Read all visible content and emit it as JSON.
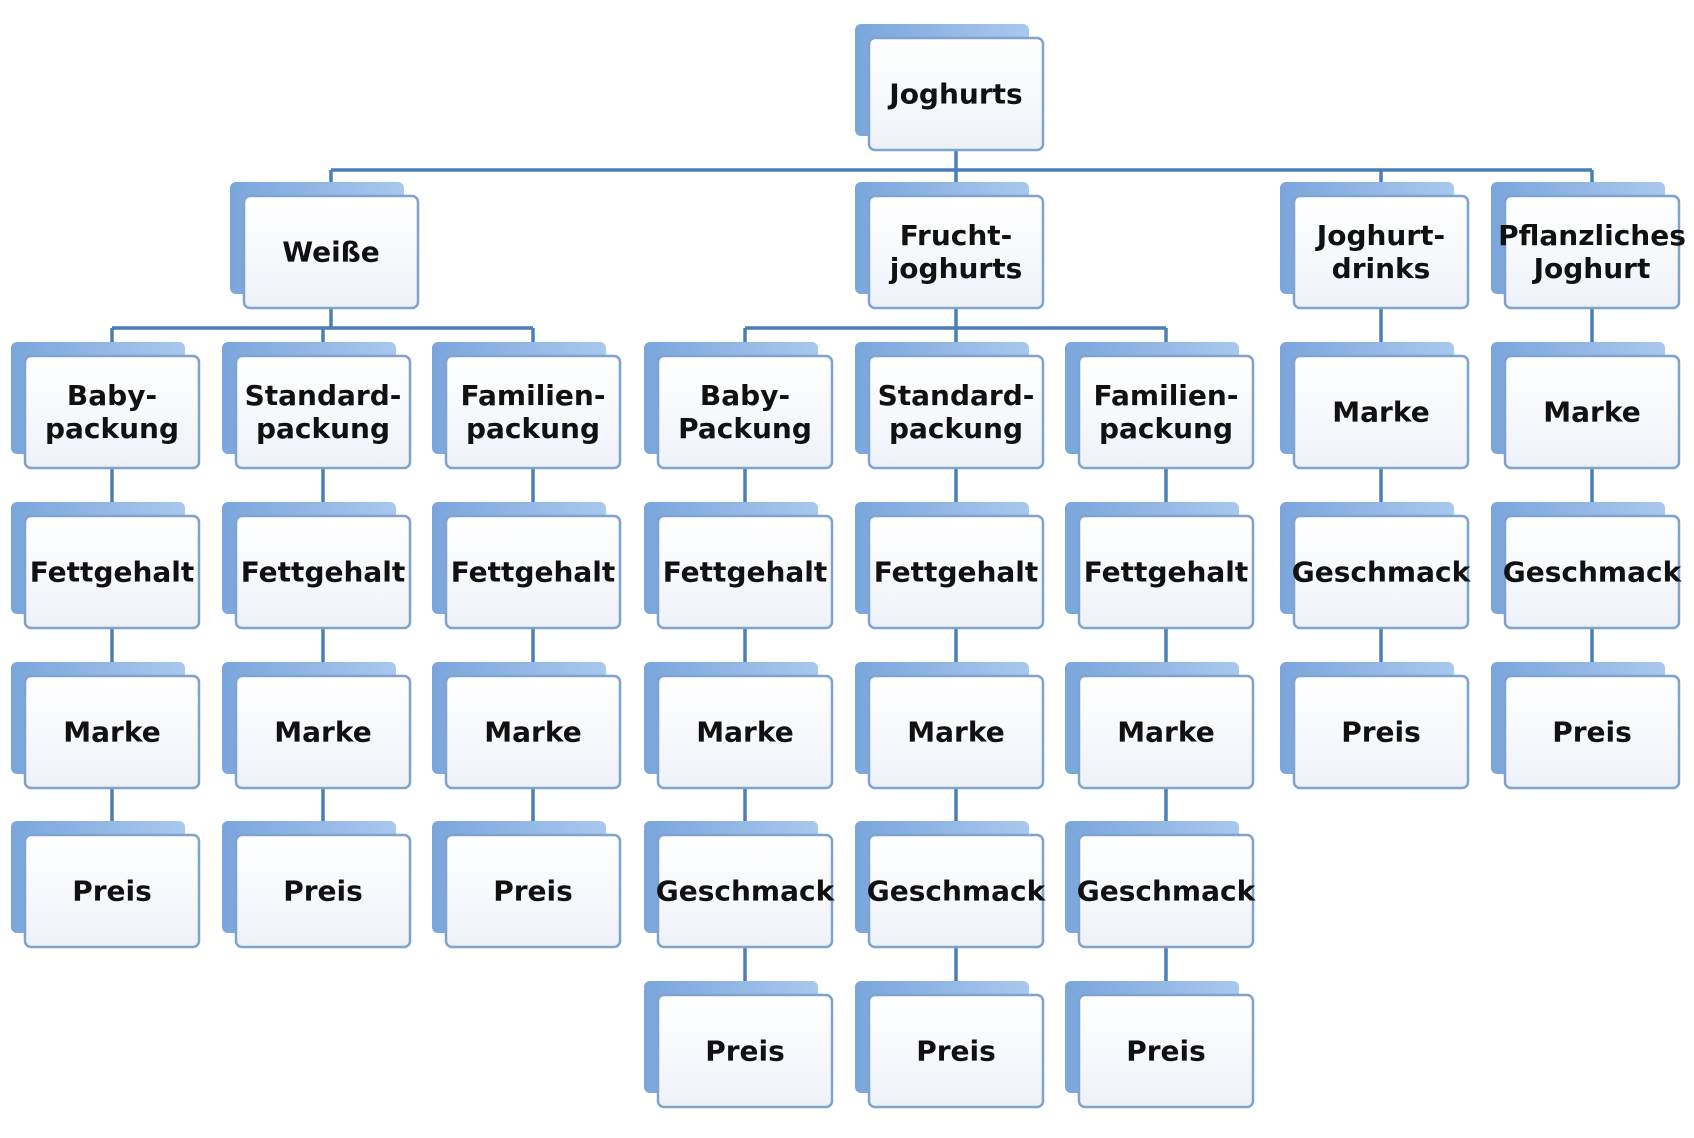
{
  "diagram": {
    "root": {
      "label": [
        "Joghurts"
      ],
      "children": [
        {
          "label": [
            "Weiße"
          ],
          "children": [
            {
              "label": [
                "Baby-",
                "packung"
              ],
              "chain": [
                [
                  "Fettgehalt"
                ],
                [
                  "Marke"
                ],
                [
                  "Preis"
                ]
              ]
            },
            {
              "label": [
                "Standard-",
                "packung"
              ],
              "chain": [
                [
                  "Fettgehalt"
                ],
                [
                  "Marke"
                ],
                [
                  "Preis"
                ]
              ]
            },
            {
              "label": [
                "Familien-",
                "packung"
              ],
              "chain": [
                [
                  "Fettgehalt"
                ],
                [
                  "Marke"
                ],
                [
                  "Preis"
                ]
              ]
            }
          ]
        },
        {
          "label": [
            "Frucht-",
            "joghurts"
          ],
          "children": [
            {
              "label": [
                "Baby-",
                "Packung"
              ],
              "chain": [
                [
                  "Fettgehalt"
                ],
                [
                  "Marke"
                ],
                [
                  "Geschmack"
                ],
                [
                  "Preis"
                ]
              ]
            },
            {
              "label": [
                "Standard-",
                "packung"
              ],
              "chain": [
                [
                  "Fettgehalt"
                ],
                [
                  "Marke"
                ],
                [
                  "Geschmack"
                ],
                [
                  "Preis"
                ]
              ]
            },
            {
              "label": [
                "Familien-",
                "packung"
              ],
              "chain": [
                [
                  "Fettgehalt"
                ],
                [
                  "Marke"
                ],
                [
                  "Geschmack"
                ],
                [
                  "Preis"
                ]
              ]
            }
          ]
        },
        {
          "label": [
            "Joghurt-",
            "drinks"
          ],
          "chain": [
            [
              "Marke"
            ],
            [
              "Geschmack"
            ],
            [
              "Preis"
            ]
          ]
        },
        {
          "label": [
            "Pflanzliches",
            "Joghurt"
          ],
          "chain": [
            [
              "Marke"
            ],
            [
              "Geschmack"
            ],
            [
              "Preis"
            ]
          ]
        }
      ]
    },
    "colors": {
      "box_fill_top": "#ffffff",
      "box_fill_bottom": "#eef2f8",
      "box_stroke": "#7fa3cc",
      "shadow": "#8fb4e0",
      "connector": "#4a7fb5",
      "text": "#111111"
    }
  }
}
